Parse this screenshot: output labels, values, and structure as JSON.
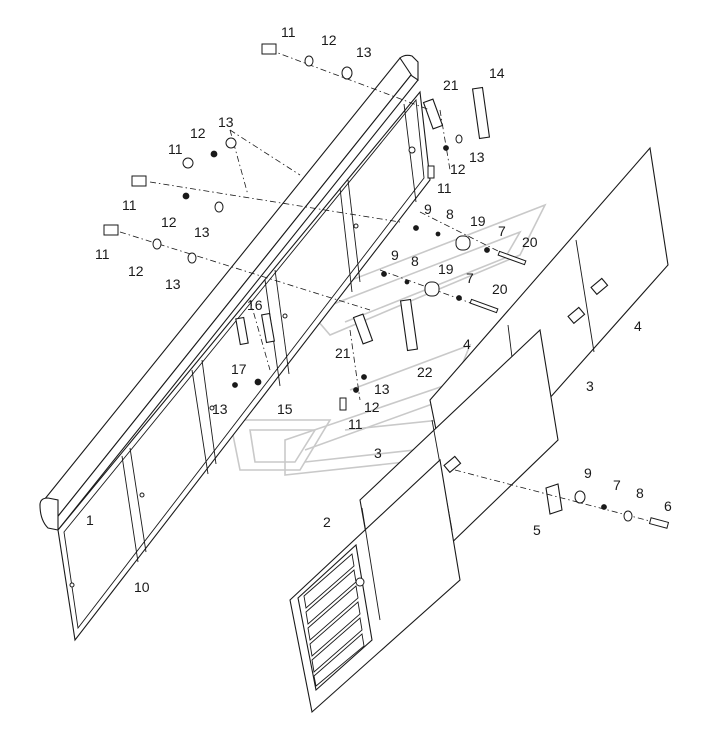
{
  "callouts": [
    {
      "id": "c11a",
      "text": "11"
    },
    {
      "id": "c12a",
      "text": "12"
    },
    {
      "id": "c13a",
      "text": "13"
    },
    {
      "id": "c21a",
      "text": "21"
    },
    {
      "id": "c14",
      "text": "14"
    },
    {
      "id": "c11b",
      "text": "11"
    },
    {
      "id": "c12b",
      "text": "12"
    },
    {
      "id": "c13b",
      "text": "13"
    },
    {
      "id": "c12c",
      "text": "12"
    },
    {
      "id": "c13c",
      "text": "13"
    },
    {
      "id": "c11c",
      "text": "11"
    },
    {
      "id": "c11d",
      "text": "11"
    },
    {
      "id": "c12d",
      "text": "12"
    },
    {
      "id": "c13d",
      "text": "13"
    },
    {
      "id": "c11e",
      "text": "11"
    },
    {
      "id": "c12e",
      "text": "12"
    },
    {
      "id": "c13e",
      "text": "13"
    },
    {
      "id": "c9a",
      "text": "9"
    },
    {
      "id": "c8a",
      "text": "8"
    },
    {
      "id": "c19a",
      "text": "19"
    },
    {
      "id": "c7a",
      "text": "7"
    },
    {
      "id": "c20a",
      "text": "20"
    },
    {
      "id": "c9b",
      "text": "9"
    },
    {
      "id": "c8b",
      "text": "8"
    },
    {
      "id": "c19b",
      "text": "19"
    },
    {
      "id": "c7b",
      "text": "7"
    },
    {
      "id": "c20b",
      "text": "20"
    },
    {
      "id": "c16",
      "text": "16"
    },
    {
      "id": "c21b",
      "text": "21"
    },
    {
      "id": "c22",
      "text": "22"
    },
    {
      "id": "c17",
      "text": "17"
    },
    {
      "id": "c13f",
      "text": "13"
    },
    {
      "id": "c15",
      "text": "15"
    },
    {
      "id": "c13g",
      "text": "13"
    },
    {
      "id": "c12f",
      "text": "12"
    },
    {
      "id": "c11f",
      "text": "11"
    },
    {
      "id": "c4a",
      "text": "4"
    },
    {
      "id": "c4b",
      "text": "4"
    },
    {
      "id": "c3a",
      "text": "3"
    },
    {
      "id": "c3b",
      "text": "3"
    },
    {
      "id": "c1",
      "text": "1"
    },
    {
      "id": "c10",
      "text": "10"
    },
    {
      "id": "c2",
      "text": "2"
    },
    {
      "id": "c9c",
      "text": "9"
    },
    {
      "id": "c7c",
      "text": "7"
    },
    {
      "id": "c8c",
      "text": "8"
    },
    {
      "id": "c6",
      "text": "6"
    },
    {
      "id": "c5",
      "text": "5"
    }
  ]
}
